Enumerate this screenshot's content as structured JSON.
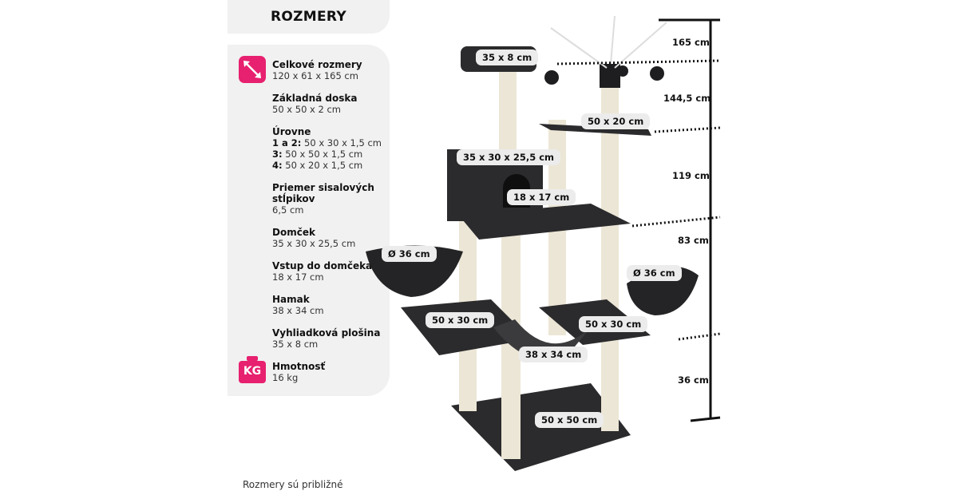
{
  "header": {
    "title": "ROZMERY"
  },
  "specs": [
    {
      "label": "Celkové rozmery",
      "value": "120 x 61 x 165 cm",
      "icon": "resize-arrows-icon"
    },
    {
      "label": "Základná doska",
      "value": "50 x 50 x 2 cm"
    },
    {
      "label": "Úrovne",
      "levels": [
        {
          "key": "1 a 2:",
          "value": "50 x 30 x 1,5 cm"
        },
        {
          "key": "3:",
          "value": "50 x 50 x 1,5 cm"
        },
        {
          "key": "4:",
          "value": "50 x 20 x 1,5 cm"
        }
      ]
    },
    {
      "label": "Priemer sisalových stĺpikov",
      "value": "6,5 cm"
    },
    {
      "label": "Domček",
      "value": "35 x 30 x 25,5 cm"
    },
    {
      "label": "Vstup do domčeka",
      "value": "18 x 17 cm"
    },
    {
      "label": "Hamak",
      "value": "38 x 34 cm"
    },
    {
      "label": "Vyhliadková plošina",
      "value": "35 x 8 cm"
    },
    {
      "label": "Hmotnosť",
      "value": "16 kg",
      "icon": "weight-kg-icon",
      "icon_text": "KG"
    }
  ],
  "diagram": {
    "badges": {
      "lookout": "35 x 8 cm",
      "top_platform": "50 x 20 cm",
      "house": "35 x 30 x 25,5 cm",
      "entrance": "18 x 17 cm",
      "basket_left": "Ø 36 cm",
      "basket_right": "Ø 36 cm",
      "level_left": "50 x 30 cm",
      "level_right": "50 x 30 cm",
      "hammock": "38 x 34 cm",
      "base": "50 x 50 cm"
    },
    "heights": [
      "165 cm",
      "144,5 cm",
      "119 cm",
      "83 cm",
      "36 cm"
    ]
  },
  "footnote": "Rozmery sú približné",
  "colors": {
    "accent": "#e7206f",
    "panel": "#f1f1f1",
    "plush": "#2b2b2d",
    "sisal": "#ece6d6"
  }
}
